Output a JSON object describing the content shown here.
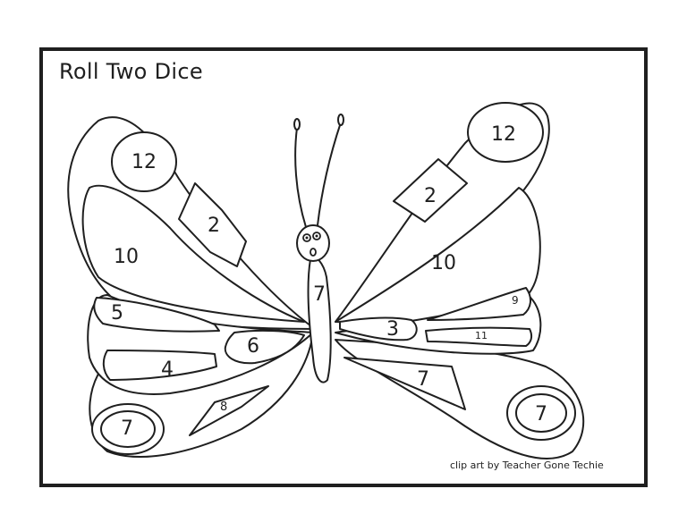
{
  "title": "Roll Two Dice",
  "credit": "clip art by Teacher Gone Techie",
  "numbers": {
    "left_top_oval": "12",
    "left_top_diamond": "2",
    "left_upper_band": "10",
    "left_mid_upper": "5",
    "left_mid_lower": "4",
    "left_inner_oval": "6",
    "left_lower_oval": "7",
    "left_lower_tri": "8",
    "body": "7",
    "right_top_oval": "12",
    "right_top_diamond": "2",
    "right_upper_band": "10",
    "right_mid_upper": "9",
    "right_mid_lower": "11",
    "right_inner_oval": "3",
    "right_lower_tri": "7",
    "right_lower_oval": "7"
  }
}
